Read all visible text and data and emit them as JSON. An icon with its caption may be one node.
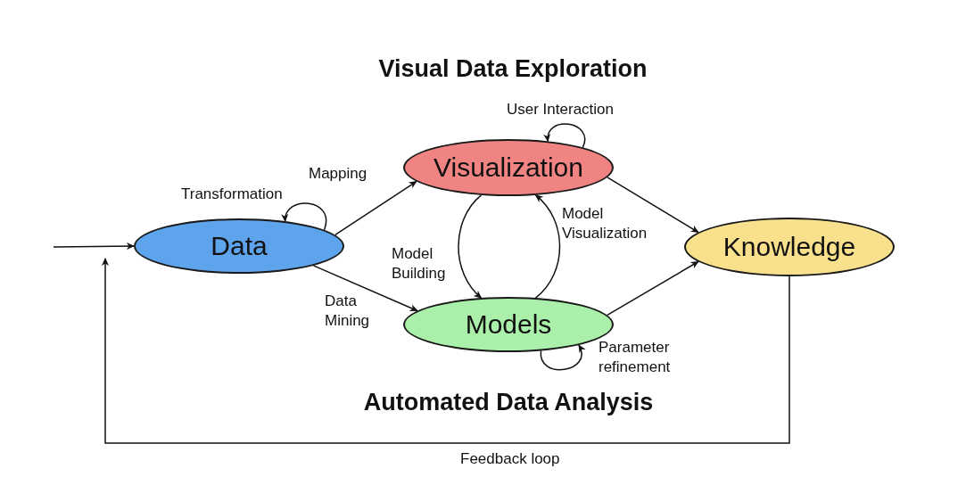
{
  "diagram": {
    "title": "Visual Data Exploration",
    "nodes": [
      {
        "text": [
          "Data"
        ]
      },
      {
        "text": [
          "Visualization"
        ]
      },
      {
        "text": [
          "Models"
        ]
      },
      {
        "text": [
          "Knowledge"
        ]
      }
    ],
    "edges": [
      {
        "from": null,
        "to": 0,
        "arrow": "to"
      },
      {
        "from": 0,
        "to": 0,
        "arrow": "to",
        "label": "Transformation"
      },
      {
        "from": 0,
        "to": 1,
        "arrow": "to",
        "label": "Mapping"
      },
      {
        "from": 0,
        "to": 2,
        "arrow": "to",
        "label": "Data Mining"
      },
      {
        "from": 1,
        "to": 1,
        "arrow": "to",
        "label": "User Interaction"
      },
      {
        "from": 1,
        "to": 2,
        "arrow": "to",
        "label": "Model Building"
      },
      {
        "from": 2,
        "to": 1,
        "arrow": "to",
        "label": "Model Visualization"
      },
      {
        "from": 2,
        "to": 2,
        "arrow": "to",
        "label": "Parameter refinement"
      },
      {
        "from": 1,
        "to": 3,
        "arrow": "to"
      },
      {
        "from": 2,
        "to": 3,
        "arrow": "to"
      },
      {
        "from": 3,
        "to": null,
        "arrow": "to",
        "label": "Feedback loop"
      }
    ],
    "labels": [
      "Automated Data Analysis"
    ]
  }
}
